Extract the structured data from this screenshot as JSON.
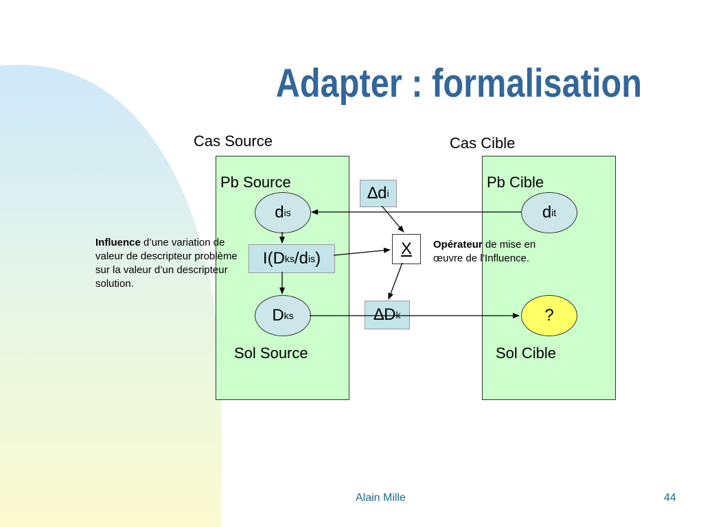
{
  "slide": {
    "title": "Adapter : formalisation",
    "author": "Alain Mille",
    "page_number": "44"
  },
  "diagram": {
    "source_case_label": "Cas Source",
    "target_case_label": "Cas Cible",
    "source_problem_label": "Pb Source",
    "target_problem_label": "Pb Cible",
    "source_solution_label": "Sol Source",
    "target_solution_label": "Sol Cible",
    "source_descriptor": {
      "base": "d",
      "sub": "i",
      "sup": "s"
    },
    "target_descriptor": {
      "base": "d",
      "sub": "i",
      "sup": "t"
    },
    "source_solution_descriptor": {
      "base": "D",
      "sub": "k",
      "sup": "s"
    },
    "influence_box": {
      "prefix": "I(D",
      "sub1": "k",
      "sup1": "s",
      "mid": "/d",
      "sub2": "i",
      "sup2": "s",
      "suffix": ")"
    },
    "delta_descriptor": {
      "base": "∆d",
      "sub": "i"
    },
    "delta_solution": {
      "base": "∆D",
      "sub": "k"
    },
    "operator_symbol": "X",
    "unknown_symbol": "?",
    "influence_note": {
      "bold": "Influence",
      "text": " d’une variation de valeur de descripteur problème sur la valeur d’un descripteur solution."
    },
    "operator_note": {
      "bold": "Opérateur",
      "text": " de mise en œuvre de l’Influence."
    }
  },
  "colors": {
    "title": "#336699",
    "panel": "#ccffcc",
    "ellipse": "#cce6ea",
    "unknown": "#ffff66",
    "box": "#c2e4ea",
    "footer": "#1a6b8a"
  }
}
